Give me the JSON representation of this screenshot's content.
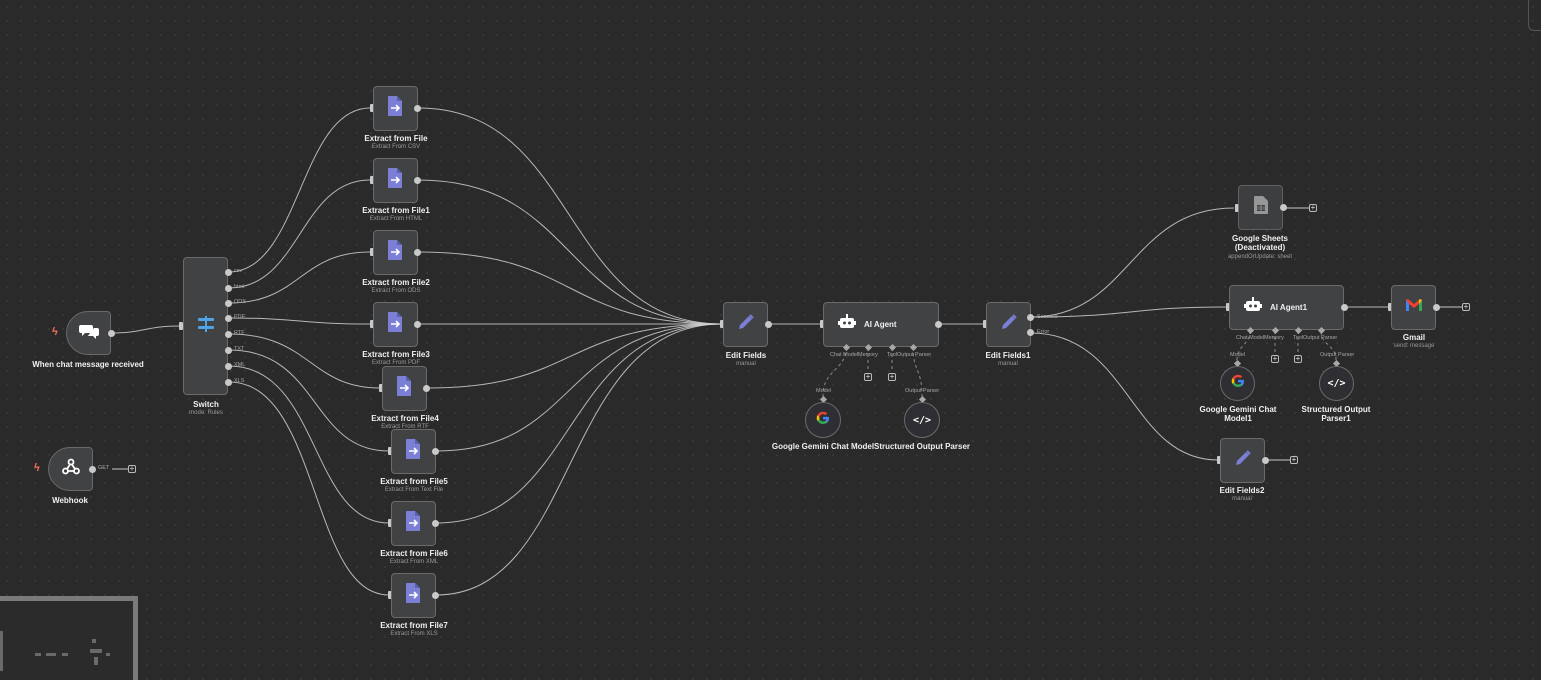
{
  "nodes": {
    "chat_trigger": {
      "title": "When chat message received"
    },
    "webhook": {
      "title": "Webhook",
      "port": "GET"
    },
    "switch": {
      "title": "Switch",
      "subtitle": "mode: Rules",
      "outputs": [
        "csv",
        "html",
        "ODS",
        "PDF",
        "RTF",
        "TXT",
        "XML",
        "XLS"
      ]
    },
    "extract0": {
      "title": "Extract from File",
      "subtitle": "Extract From CSV"
    },
    "extract1": {
      "title": "Extract from File1",
      "subtitle": "Extract From HTML"
    },
    "extract2": {
      "title": "Extract from File2",
      "subtitle": "Extract From ODS"
    },
    "extract3": {
      "title": "Extract from File3",
      "subtitle": "Extract From PDF"
    },
    "extract4": {
      "title": "Extract from File4",
      "subtitle": "Extract From RTF"
    },
    "extract5": {
      "title": "Extract from File5",
      "subtitle": "Extract From Text File"
    },
    "extract6": {
      "title": "Extract from File6",
      "subtitle": "Extract From XML"
    },
    "extract7": {
      "title": "Extract from File7",
      "subtitle": "Extract From XLS"
    },
    "edit_fields": {
      "title": "Edit Fields",
      "subtitle": "manual"
    },
    "ai_agent": {
      "title": "AI Agent",
      "ports": [
        "Chat Model",
        "Memory",
        "Tool",
        "Output Parser"
      ]
    },
    "gemini": {
      "title": "Google Gemini Chat Model",
      "port": "Model"
    },
    "parser": {
      "title": "Structured Output Parser",
      "port": "Output Parser"
    },
    "edit_fields1": {
      "title": "Edit Fields1",
      "subtitle": "manual",
      "success": "Success",
      "error": "Error"
    },
    "sheets": {
      "title": "Google Sheets (Deactivated)",
      "subtitle": "appendOrUpdate: sheet"
    },
    "ai_agent1": {
      "title": "AI Agent1",
      "ports": [
        "Chat Model",
        "Memory",
        "Tool",
        "Output Parser"
      ]
    },
    "gemini1": {
      "title": "Google Gemini Chat Model1",
      "port": "Model"
    },
    "parser1": {
      "title": "Structured Output Parser1",
      "port": "Output Parser"
    },
    "gmail": {
      "title": "Gmail",
      "subtitle": "send: message"
    },
    "edit_fields2": {
      "title": "Edit Fields2",
      "subtitle": "manual"
    }
  },
  "colors": {
    "trigger_bolt": "#ff6d5a",
    "node_bg": "#414244",
    "canvas_bg": "#2a2a2a",
    "file_icon": "#7b80d6",
    "switch_icon": "#4fa3e6"
  }
}
